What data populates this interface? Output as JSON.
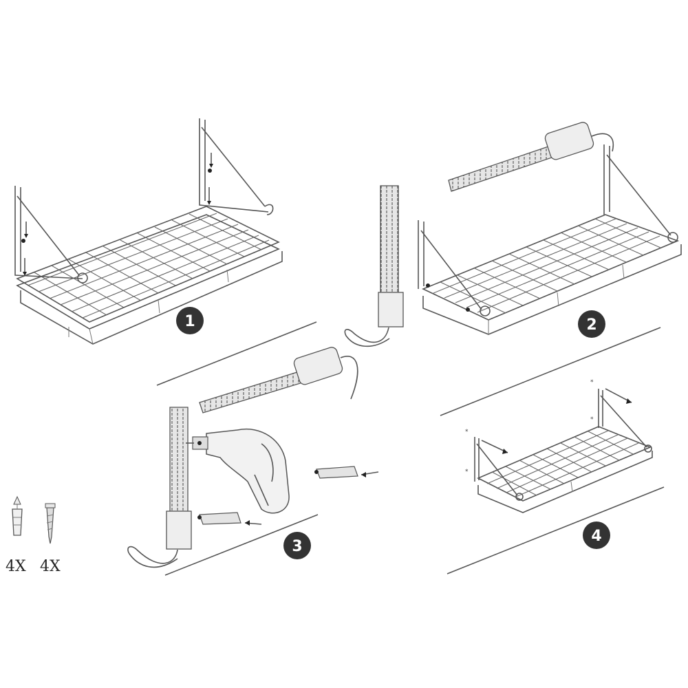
{
  "steps": [
    {
      "number": "1"
    },
    {
      "number": "2"
    },
    {
      "number": "3"
    },
    {
      "number": "4"
    }
  ],
  "hardware": {
    "anchor_qty": "4X",
    "screw_qty": "4X"
  },
  "colors": {
    "line": "#555555",
    "badge": "#333333",
    "badge_text": "#ffffff",
    "tape": "#d9d9d9"
  }
}
